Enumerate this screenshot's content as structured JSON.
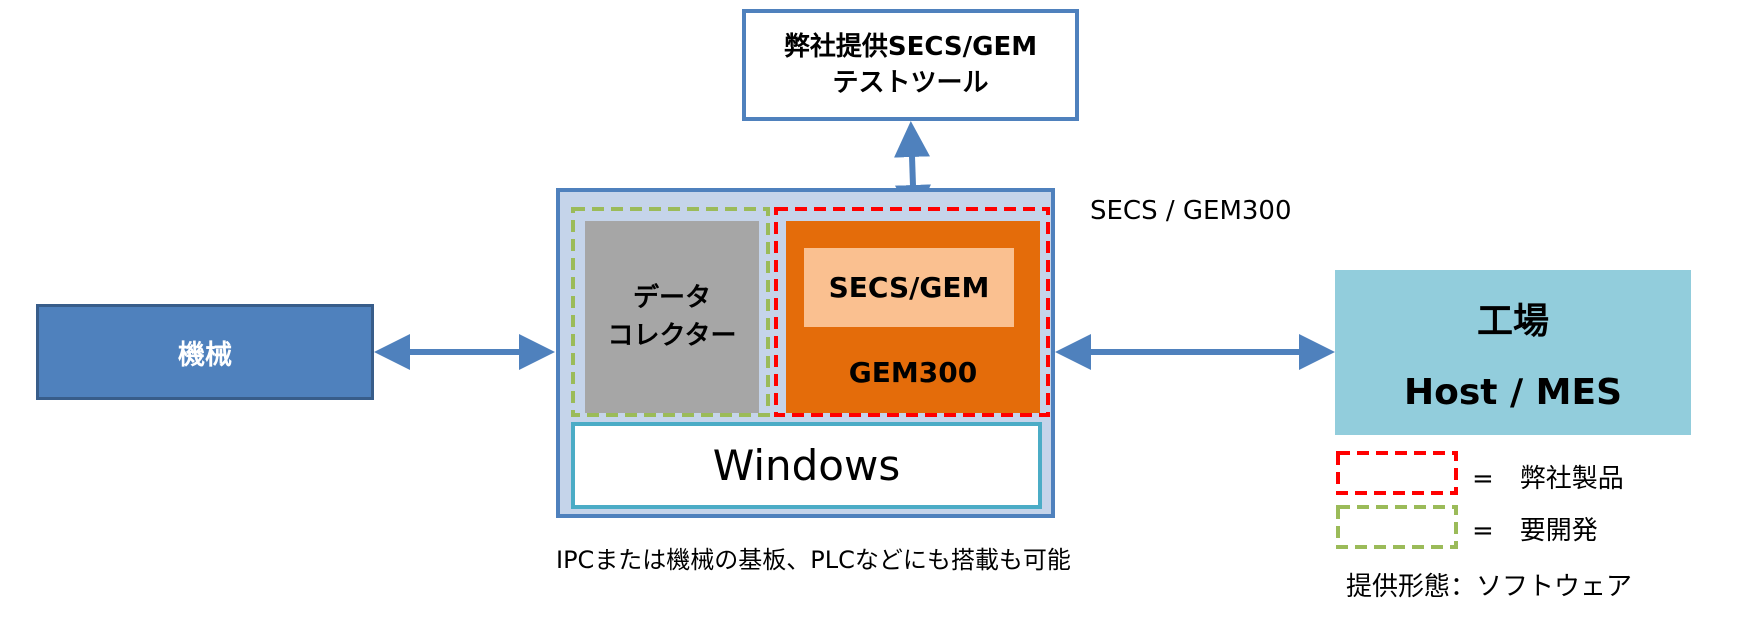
{
  "test_tool": {
    "line1": "弊社提供SECS/GEM",
    "line2": "テストツール"
  },
  "machine": {
    "label": "機械"
  },
  "data_collector": {
    "line1": "データ",
    "line2": "コレクター"
  },
  "secs_gem": {
    "label": "SECS/GEM"
  },
  "gem300": {
    "label": "GEM300"
  },
  "os": {
    "label": "Windows"
  },
  "protocol_label": "SECS / GEM300",
  "factory": {
    "line1": "工場",
    "line2": "Host / MES"
  },
  "platform_note": "IPCまたは機械の基板、PLCなどにも搭載も可能",
  "legend": [
    {
      "text": "=　弊社製品",
      "color": "#ff0000"
    },
    {
      "text": "=　要開発",
      "color": "#9bbb59"
    }
  ],
  "delivery_form": "提供形態：ソフトウェア",
  "colors": {
    "arrow": "#4f81bd",
    "machine_fill": "#4f81bd",
    "device_fill": "#c5d4ea",
    "collector_fill": "#a6a6a6",
    "gem300_fill": "#e46c0a",
    "secs_gem_fill": "#fac090",
    "windows_border": "#4bacc6",
    "factory_fill": "#92cddc"
  }
}
